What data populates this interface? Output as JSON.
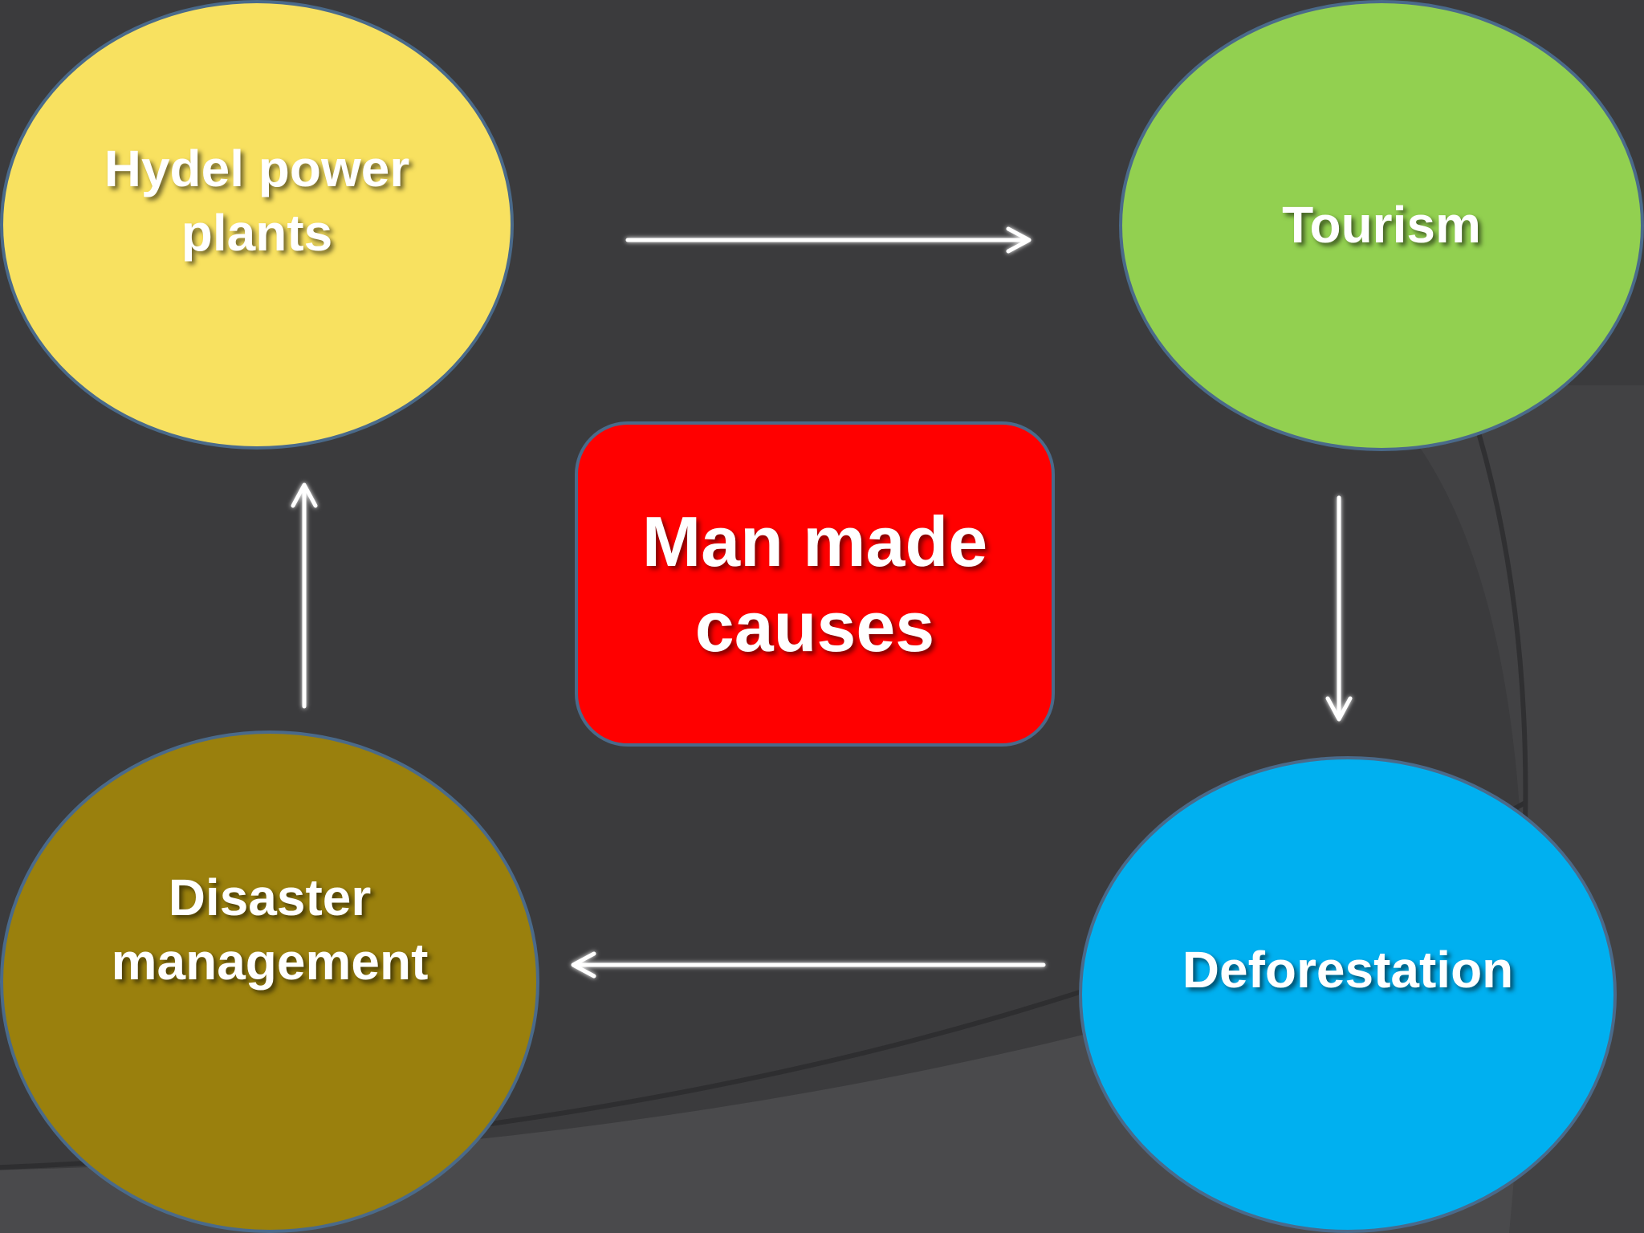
{
  "diagram": {
    "center": {
      "label": "Man made\ncauses"
    },
    "nodes": [
      {
        "id": "hydel",
        "label": "Hydel power\nplants",
        "color": "#f8e160"
      },
      {
        "id": "tourism",
        "label": "Tourism",
        "color": "#92d050"
      },
      {
        "id": "deforestation",
        "label": "Deforestation",
        "color": "#00b0f0"
      },
      {
        "id": "disaster",
        "label": "Disaster\nmanagement",
        "color": "#9a800d"
      }
    ],
    "edges": [
      {
        "from": "hydel",
        "to": "tourism"
      },
      {
        "from": "tourism",
        "to": "deforestation"
      },
      {
        "from": "deforestation",
        "to": "disaster"
      },
      {
        "from": "disaster",
        "to": "hydel"
      }
    ],
    "center_color": "#ff0000",
    "background_color": "#3c3c3e",
    "arrow_color": "#ffffff"
  }
}
